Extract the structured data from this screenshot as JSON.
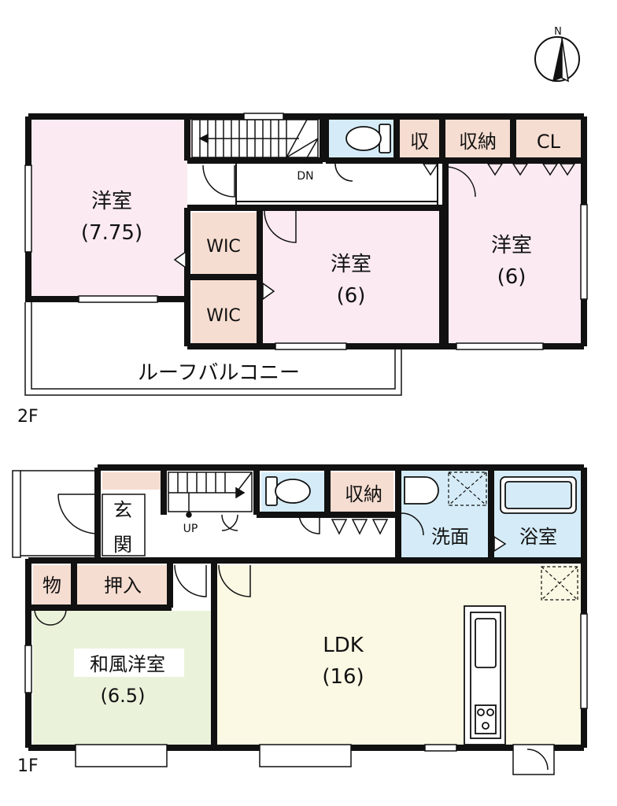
{
  "compass": {
    "north_label": "N"
  },
  "floor2": {
    "label": "2F",
    "rooms": {
      "western_a": {
        "name": "洋室",
        "size": "(7.75)"
      },
      "western_b": {
        "name": "洋室",
        "size": "(6)"
      },
      "western_c": {
        "name": "洋室",
        "size": "(6)"
      },
      "wic_upper": "WIC",
      "wic_lower": "WIC",
      "storage_small": "収",
      "storage": "収納",
      "closet": "CL",
      "roof_balcony": "ルーフバルコニー"
    },
    "stairs_label": "DN"
  },
  "floor1": {
    "label": "1F",
    "rooms": {
      "entrance": "玄関",
      "storage": "収納",
      "washroom": "洗面",
      "bathroom": "浴室",
      "storeroom": "物",
      "oshiire": "押入",
      "japanese_western": {
        "name": "和風洋室",
        "size": "(6.5)"
      },
      "ldk": {
        "name": "LDK",
        "size": "(16)"
      }
    },
    "stairs_label": "UP"
  },
  "colors": {
    "wall": "#111111",
    "western_room": "#fbeaf1",
    "storage": "#f6ddd1",
    "wet_area": "#d5ecf8",
    "japanese_room": "#eaf3da",
    "ldk": "#fbf8e3"
  }
}
